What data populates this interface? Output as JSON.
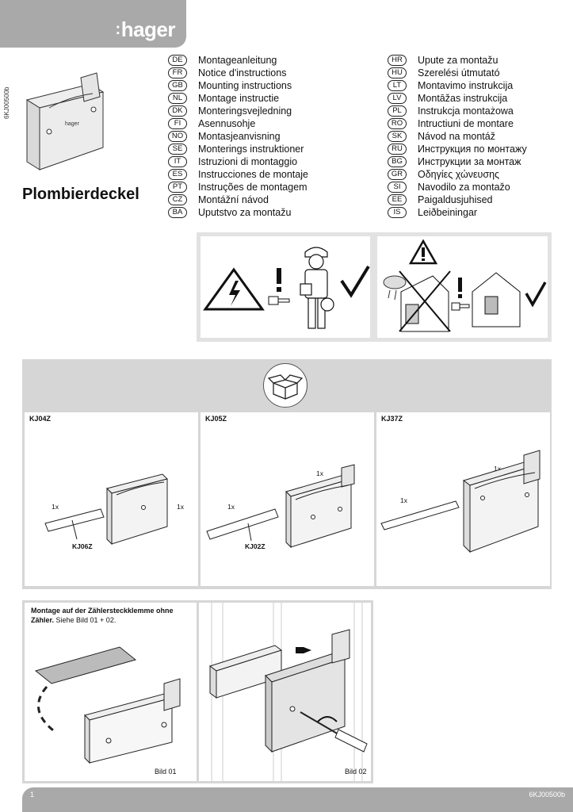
{
  "header": {
    "brand": "hager"
  },
  "product": {
    "doc_number": "6KJ00500b",
    "title": "Plombierdeckel"
  },
  "languages_left": [
    {
      "code": "DE",
      "text": "Montageanleitung"
    },
    {
      "code": "FR",
      "text": "Notice d'instructions"
    },
    {
      "code": "GB",
      "text": "Mounting instructions"
    },
    {
      "code": "NL",
      "text": "Montage instructie"
    },
    {
      "code": "DK",
      "text": "Monteringsvejledning"
    },
    {
      "code": "FI",
      "text": "Asennusohje"
    },
    {
      "code": "NO",
      "text": "Montasjeanvisning"
    },
    {
      "code": "SE",
      "text": "Monterings instruktioner"
    },
    {
      "code": "IT",
      "text": "Istruzioni di montaggio"
    },
    {
      "code": "ES",
      "text": "Instrucciones de montaje"
    },
    {
      "code": "PT",
      "text": "Instruções de montagem"
    },
    {
      "code": "CZ",
      "text": "Montážní návod"
    },
    {
      "code": "BA",
      "text": "Uputstvo za montažu"
    }
  ],
  "languages_right": [
    {
      "code": "HR",
      "text": "Upute za montažu"
    },
    {
      "code": "HU",
      "text": "Szerelési útmutató"
    },
    {
      "code": "LT",
      "text": "Montavimo instrukcija"
    },
    {
      "code": "LV",
      "text": "Montāžas instrukcija"
    },
    {
      "code": "PL",
      "text": "Instrukcja montażowa"
    },
    {
      "code": "RO",
      "text": "Intructiuni de montare"
    },
    {
      "code": "SK",
      "text": "Návod na montáž"
    },
    {
      "code": "RU",
      "text": "Инструкция по монтажу"
    },
    {
      "code": "BG",
      "text": "Инструкции за монтаж"
    },
    {
      "code": "GR",
      "text": "Οδηγίες χώνευσης"
    },
    {
      "code": "SI",
      "text": "Navodilo za montažo"
    },
    {
      "code": "EE",
      "text": "Paigaldusjuhised"
    },
    {
      "code": "IS",
      "text": "Leiðbeiningar"
    }
  ],
  "kits": [
    {
      "name": "KJ04Z",
      "qty_a": "1x",
      "qty_b": "1x",
      "part": "KJ06Z"
    },
    {
      "name": "KJ05Z",
      "qty_a": "1x",
      "qty_b": "1x",
      "part": "KJ02Z"
    },
    {
      "name": "KJ37Z",
      "qty_a": "1x",
      "qty_b": "1x",
      "part": ""
    }
  ],
  "steps": {
    "step1_bold": "Montage auf der Zählersteckklemme ohne Zähler.",
    "step1_rest": " Siehe Bild 01 + 02.",
    "bild1": "Bild 01",
    "bild2": "Bild 02"
  },
  "footer": {
    "page": "1",
    "doc_number": "6KJ00500b"
  }
}
